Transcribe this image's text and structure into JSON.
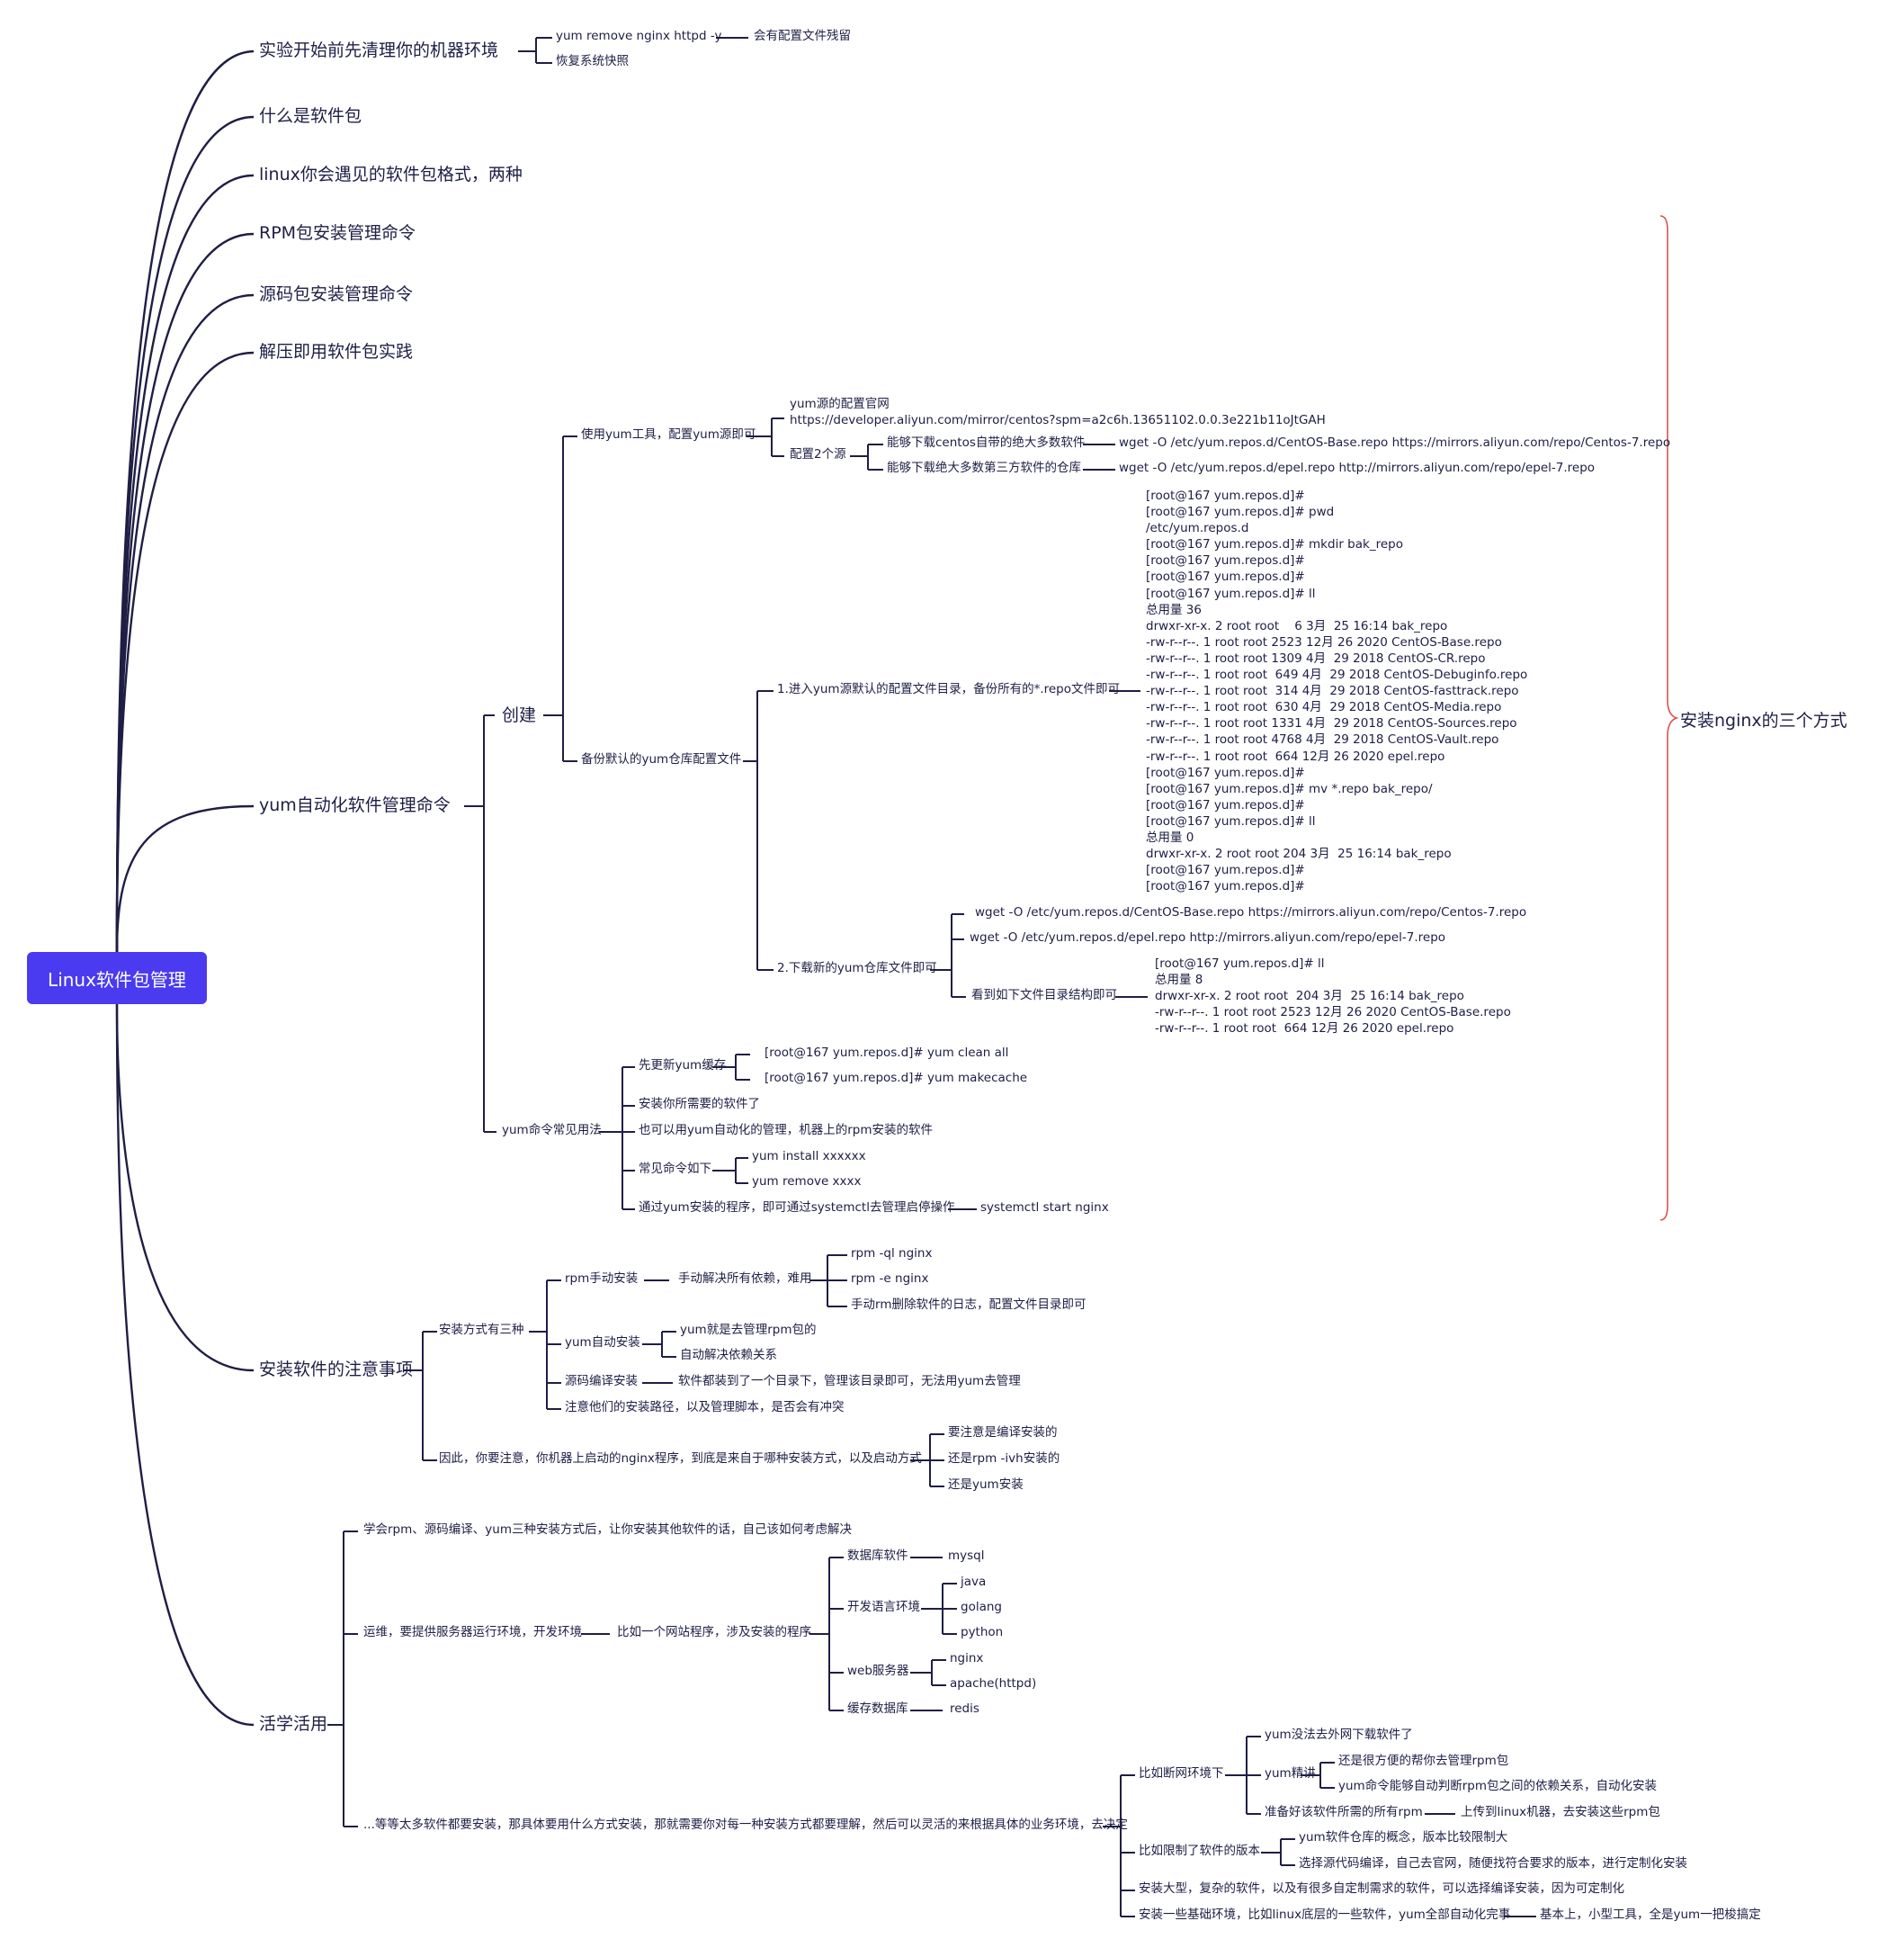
{
  "root": "Linux软件包管理",
  "side_label": "安装nginx的三个方式",
  "b1": {
    "env": "实验开始前先清理你的机器环境",
    "what": "什么是软件包",
    "formats": "linux你会遇见的软件包格式，两种",
    "rpm": "RPM包安装管理命令",
    "src": "源码包安装管理命令",
    "unzip": "解压即用软件包实践",
    "yum": "yum自动化软件管理命令",
    "notes": "安装软件的注意事项",
    "apply": "活学活用"
  },
  "env": {
    "yum_remove": "yum remove  nginx httpd -y",
    "residual": "会有配置文件残留",
    "snapshot": "恢复系统快照"
  },
  "yum": {
    "create": "创建",
    "use_tool": "使用yum工具，配置yum源即可",
    "official": "yum源的配置官网\nhttps://developer.aliyun.com/mirror/centos?spm=a2c6h.13651102.0.0.3e221b11oJtGAH",
    "two_src": "配置2个源",
    "src1": "能够下载centos自带的绝大多数软件",
    "src1_cmd": "wget -O /etc/yum.repos.d/CentOS-Base.repo https://mirrors.aliyun.com/repo/Centos-7.repo",
    "src2": "能够下载绝大多数第三方软件的仓库",
    "src2_cmd": "wget -O /etc/yum.repos.d/epel.repo http://mirrors.aliyun.com/repo/epel-7.repo",
    "backup": "备份默认的yum仓库配置文件",
    "step1": "1.进入yum源默认的配置文件目录，备份所有的*.repo文件即可",
    "step1_out": "[root@167 yum.repos.d]#\n[root@167 yum.repos.d]# pwd\n/etc/yum.repos.d\n[root@167 yum.repos.d]# mkdir bak_repo\n[root@167 yum.repos.d]#\n[root@167 yum.repos.d]#\n[root@167 yum.repos.d]# ll\n总用量 36\ndrwxr-xr-x. 2 root root    6 3月  25 16:14 bak_repo\n-rw-r--r--. 1 root root 2523 12月 26 2020 CentOS-Base.repo\n-rw-r--r--. 1 root root 1309 4月  29 2018 CentOS-CR.repo\n-rw-r--r--. 1 root root  649 4月  29 2018 CentOS-Debuginfo.repo\n-rw-r--r--. 1 root root  314 4月  29 2018 CentOS-fasttrack.repo\n-rw-r--r--. 1 root root  630 4月  29 2018 CentOS-Media.repo\n-rw-r--r--. 1 root root 1331 4月  29 2018 CentOS-Sources.repo\n-rw-r--r--. 1 root root 4768 4月  29 2018 CentOS-Vault.repo\n-rw-r--r--. 1 root root  664 12月 26 2020 epel.repo\n[root@167 yum.repos.d]#\n[root@167 yum.repos.d]# mv *.repo bak_repo/\n[root@167 yum.repos.d]#\n[root@167 yum.repos.d]# ll\n总用量 0\ndrwxr-xr-x. 2 root root 204 3月  25 16:14 bak_repo\n[root@167 yum.repos.d]#\n[root@167 yum.repos.d]#",
    "step2": "2.下载新的yum仓库文件即可",
    "step2_cmd1": "wget -O /etc/yum.repos.d/CentOS-Base.repo https://mirrors.aliyun.com/repo/Centos-7.repo",
    "step2_cmd2": "wget -O /etc/yum.repos.d/epel.repo http://mirrors.aliyun.com/repo/epel-7.repo",
    "see_tree": "看到如下文件目录结构即可",
    "see_tree_out": "[root@167 yum.repos.d]# ll\n总用量 8\ndrwxr-xr-x. 2 root root  204 3月  25 16:14 bak_repo\n-rw-r--r--. 1 root root 2523 12月 26 2020 CentOS-Base.repo\n-rw-r--r--. 1 root root  664 12月 26 2020 epel.repo",
    "usage": "yum命令常见用法",
    "update_cache": "先更新yum缓存",
    "clean_all": "[root@167 yum.repos.d]# yum clean all",
    "makecache": "[root@167 yum.repos.d]# yum makecache",
    "install_need": "安装你所需要的软件了",
    "manage_rpm": "也可以用yum自动化的管理，机器上的rpm安装的软件",
    "common_cmds": "常见命令如下",
    "install_cmd": "yum install xxxxxx",
    "remove_cmd": "yum remove  xxxx",
    "systemctl": "通过yum安装的程序，即可通过systemctl去管理启停操作",
    "systemctl_cmd": "systemctl start nginx"
  },
  "notes": {
    "three_ways": "安装方式有三种",
    "rpm_manual": "rpm手动安装",
    "rpm_deps": "手动解决所有依赖，难用",
    "rpm_ql": "rpm -ql nginx",
    "rpm_e": "rpm -e nginx",
    "rpm_rm": "手动rm删除软件的日志，配置文件目录即可",
    "yum_auto": "yum自动安装",
    "yum_rpm": "yum就是去管理rpm包的",
    "yum_deps": "自动解决依赖关系",
    "src_compile": "源码编译安装",
    "src_desc": "软件都装到了一个目录下，管理该目录即可，无法用yum去管理",
    "paths": "注意他们的安装路径，以及管理脚本，是否会有冲突",
    "therefore": "因此，你要注意，你机器上启动的nginx程序，到底是来自于哪种安装方式，以及启动方式",
    "compiled": "要注意是编译安装的",
    "rpm_ivh": "还是rpm -ivh安装的",
    "yum_inst": "还是yum安装"
  },
  "apply": {
    "learn": "学会rpm、源码编译、yum三种安装方式后，让你安装其他软件的话，自己该如何考虑解决",
    "ops": "运维，要提供服务器运行环境，开发环境",
    "site": "比如一个网站程序，涉及安装的程序",
    "db": "数据库软件",
    "mysql": "mysql",
    "dev": "开发语言环境",
    "java": "java",
    "golang": "golang",
    "python": "python",
    "web": "web服务器",
    "nginx": "nginx",
    "apache": "apache(httpd)",
    "cache": "缓存数据库",
    "redis": "redis",
    "many": "...等等太多软件都要安装，那具体要用什么方式安装，那就需要你对每一种安装方式都要理解，然后可以灵活的来根据具体的业务环境，去决定",
    "offline": "比如断网环境下",
    "no_net": "yum没法去外网下载软件了",
    "yum_good": "yum精讲",
    "yum_conv": "还是很方便的帮你去管理rpm包",
    "yum_dep": "yum命令能够自动判断rpm包之间的依赖关系，自动化安装",
    "prep_rpm": "准备好该软件所需的所有rpm",
    "upload": "上传到linux机器，去安装这些rpm包",
    "limit_ver": "比如限制了软件的版本",
    "repo_concept": "yum软件仓库的概念，版本比较限制大",
    "choose_src": "选择源代码编译，自己去官网，随便找符合要求的版本，进行定制化安装",
    "big": "安装大型，复杂的软件，以及有很多自定制需求的软件，可以选择编译安装，因为可定制化",
    "basic": "安装一些基础环境，比如linux底层的一些软件，yum全部自动化完事",
    "basic2": "基本上，小型工具，全是yum一把梭搞定"
  }
}
